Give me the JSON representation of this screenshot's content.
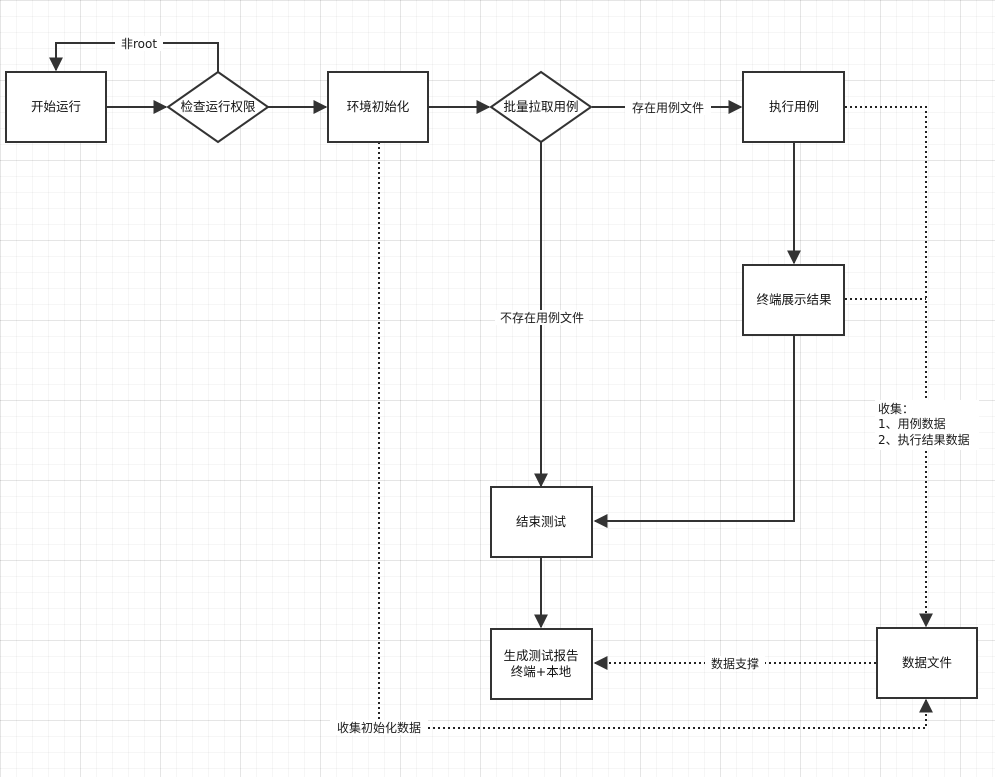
{
  "nodes": {
    "start": "开始运行",
    "check_permission": "检查运行权限",
    "env_init": "环境初始化",
    "batch_pull": "批量拉取用例",
    "execute": "执行用例",
    "terminal_display": "终端展示结果",
    "end_test": "结束测试",
    "report_line1": "生成测试报告",
    "report_line2": "终端+本地",
    "data_file": "数据文件"
  },
  "edges": {
    "non_root": "非root",
    "has_case_file": "存在用例文件",
    "no_case_file": "不存在用例文件",
    "data_support": "数据支撑",
    "collect_init_data": "收集初始化数据"
  },
  "note": {
    "line1": "收集：",
    "line2": "1、用例数据",
    "line3": "2、执行结果数据"
  }
}
